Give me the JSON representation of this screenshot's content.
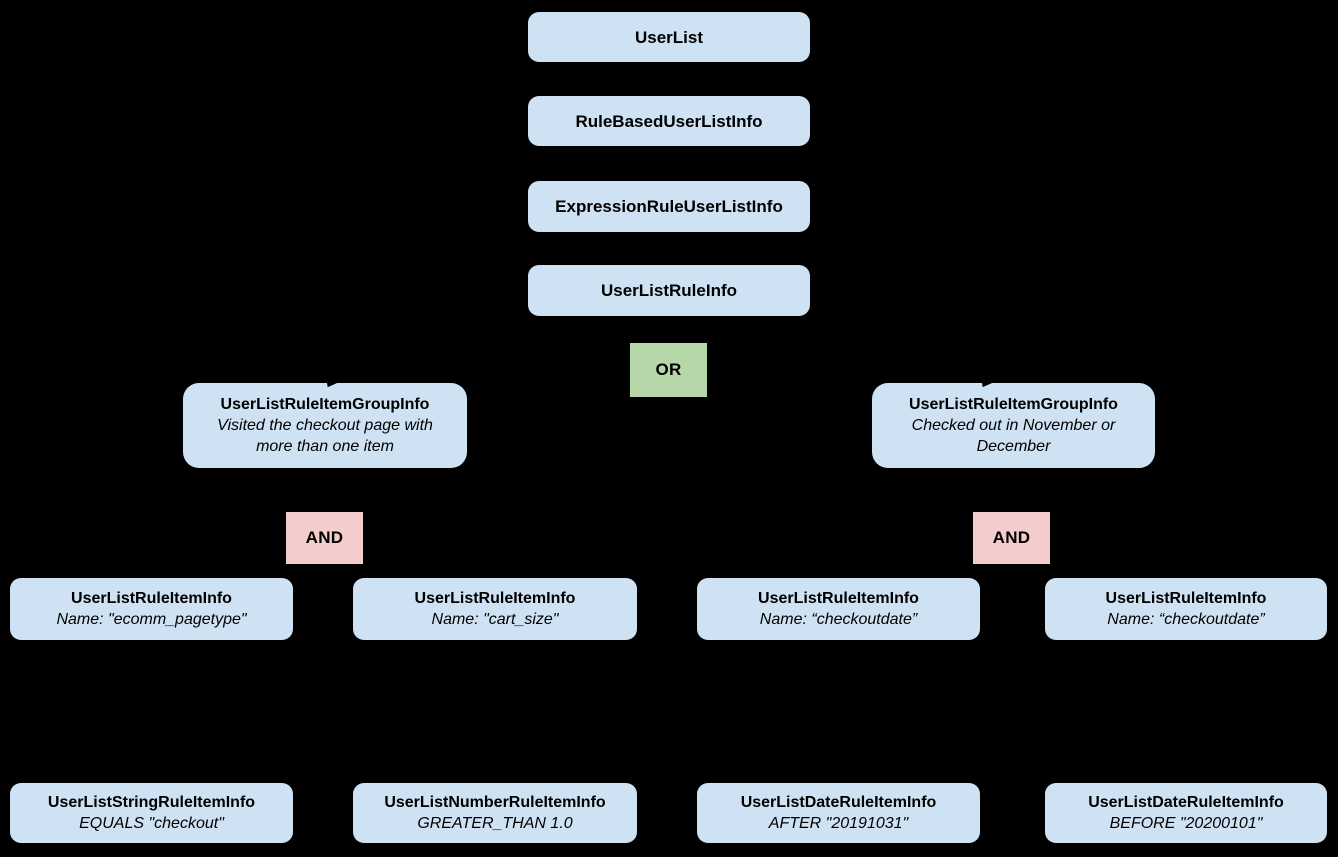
{
  "colors": {
    "background": "#000000",
    "node_fill": "#cfe2f3",
    "or_fill": "#b6d7a8",
    "and_fill": "#f4cccc",
    "text": "#000000"
  },
  "nodes": {
    "userlist": {
      "title": "UserList"
    },
    "rule_based": {
      "title": "RuleBasedUserListInfo"
    },
    "expression_rule": {
      "title": "ExpressionRuleUserListInfo"
    },
    "user_list_rule": {
      "title": "UserListRuleInfo"
    },
    "or_operator": {
      "label": "OR"
    },
    "group_left": {
      "title": "UserListRuleItemGroupInfo",
      "description": "Visited the checkout page with more than one item"
    },
    "group_right": {
      "title": "UserListRuleItemGroupInfo",
      "description": "Checked out in November or December"
    },
    "and_left": {
      "label": "AND"
    },
    "and_right": {
      "label": "AND"
    },
    "item_ecomm": {
      "title": "UserListRuleItemInfo",
      "description": "Name: \"ecomm_pagetype\""
    },
    "item_cart": {
      "title": "UserListRuleItemInfo",
      "description": "Name: \"cart_size\""
    },
    "item_checkoutdate_1": {
      "title": "UserListRuleItemInfo",
      "description": "Name: “checkoutdate”"
    },
    "item_checkoutdate_2": {
      "title": "UserListRuleItemInfo",
      "description": "Name: “checkoutdate”"
    },
    "leaf_string": {
      "title": "UserListStringRuleItemInfo",
      "description": "EQUALS \"checkout\""
    },
    "leaf_number": {
      "title": "UserListNumberRuleItemInfo",
      "description": "GREATER_THAN 1.0"
    },
    "leaf_date_after": {
      "title": "UserListDateRuleItemInfo",
      "description": "AFTER \"20191031\""
    },
    "leaf_date_before": {
      "title": "UserListDateRuleItemInfo",
      "description": "BEFORE \"20200101\""
    }
  }
}
